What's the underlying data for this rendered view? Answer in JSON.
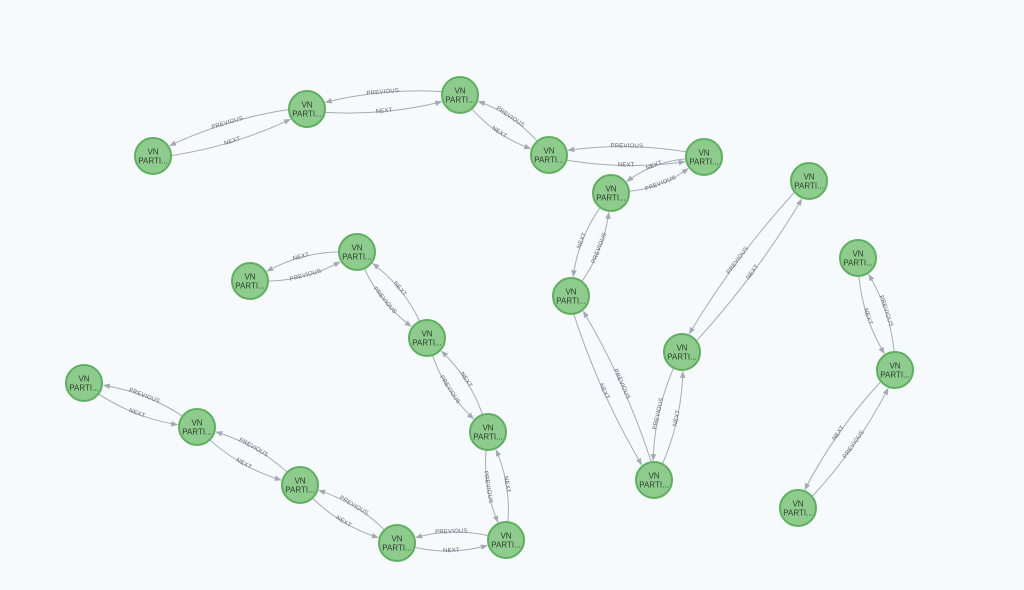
{
  "node_label_lines": [
    "VN",
    "PARTI..."
  ],
  "colors": {
    "background": "#f7fafc",
    "node_fill": "#8ecc8e",
    "node_stroke": "#5db05d",
    "edge": "#a5abb6",
    "edge_label": "#5e6672"
  },
  "edge_types": [
    "NEXT",
    "PREVIOUS"
  ],
  "nodes": [
    {
      "id": "n1"
    },
    {
      "id": "n2"
    },
    {
      "id": "n3"
    },
    {
      "id": "n4"
    },
    {
      "id": "n5"
    },
    {
      "id": "n6"
    },
    {
      "id": "n7"
    },
    {
      "id": "n8"
    },
    {
      "id": "n9"
    },
    {
      "id": "n10"
    },
    {
      "id": "n11"
    },
    {
      "id": "n12"
    },
    {
      "id": "n13"
    },
    {
      "id": "n14"
    },
    {
      "id": "n15"
    },
    {
      "id": "n16"
    },
    {
      "id": "n17"
    },
    {
      "id": "n18"
    },
    {
      "id": "n19"
    },
    {
      "id": "n20"
    },
    {
      "id": "n21"
    },
    {
      "id": "n22"
    },
    {
      "id": "n23"
    },
    {
      "id": "n24"
    }
  ],
  "links": [
    {
      "a": "n1",
      "b": "n2"
    },
    {
      "a": "n2",
      "b": "n3"
    },
    {
      "a": "n3",
      "b": "n4"
    },
    {
      "a": "n4",
      "b": "n5"
    },
    {
      "a": "n5",
      "b": "n6"
    },
    {
      "a": "n6",
      "b": "n7"
    },
    {
      "a": "n7",
      "b": "n8"
    },
    {
      "a": "n8",
      "b": "n9"
    },
    {
      "a": "n10",
      "b": "n11"
    },
    {
      "a": "n11",
      "b": "n12"
    },
    {
      "a": "n12",
      "b": "n13"
    },
    {
      "a": "n13",
      "b": "n14"
    },
    {
      "a": "n14",
      "b": "n15"
    },
    {
      "a": "n15",
      "b": "n16"
    },
    {
      "a": "n16",
      "b": "n17"
    },
    {
      "a": "n17",
      "b": "n18"
    },
    {
      "a": "n18",
      "b": "n19"
    },
    {
      "a": "n20",
      "b": "n21"
    },
    {
      "a": "n21",
      "b": "n22"
    },
    {
      "a": "n22",
      "b": "n23"
    },
    {
      "a": "n23",
      "b": "n24"
    }
  ]
}
